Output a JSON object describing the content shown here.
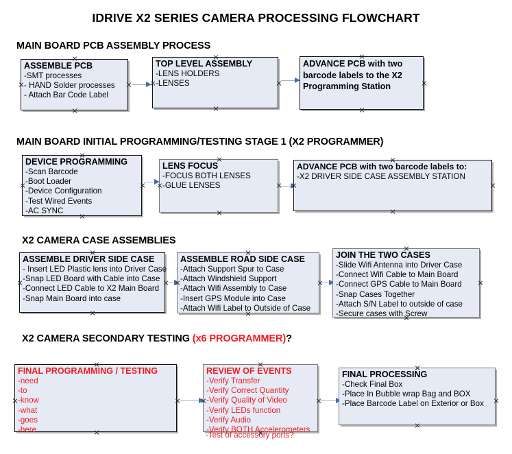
{
  "title": "IDRIVE X2  SERIES CAMERA PROCESSING FLOWCHART",
  "sections": [
    {
      "heading": "MAIN BOARD PCB ASSEMBLY PROCESS",
      "heading_red": "",
      "heading_tail": "",
      "boxes": [
        {
          "title": "ASSEMBLE PCB",
          "lines": [
            "-SMT processes",
            "- HAND Solder processes",
            "- Attach Bar Code Label"
          ]
        },
        {
          "title": "TOP LEVEL ASSEMBLY",
          "lines": [
            "-LENS HOLDERS",
            "-LENSES"
          ]
        },
        {
          "title": "ADVANCE PCB with two barcode labels to the  X2 Programming Station",
          "lines": []
        }
      ]
    },
    {
      "heading": "MAIN BOARD INITIAL PROGRAMMING/TESTING STAGE 1 (X2 PROGRAMMER)",
      "heading_red": "",
      "heading_tail": "",
      "boxes": [
        {
          "title": "DEVICE PROGRAMMING",
          "lines": [
            "-Scan Barcode",
            "-Boot Loader",
            "-Device Configuration",
            "-Test Wired Events",
            "-AC SYNC"
          ]
        },
        {
          "title": "LENS FOCUS",
          "lines": [
            "-FOCUS BOTH LENSES",
            "-GLUE LENSES"
          ]
        },
        {
          "title": "ADVANCE PCB with two barcode labels to:",
          "lines": [
            "-X2 DRIVER  SIDE  CASE  ASSEMBLY STATION"
          ]
        }
      ]
    },
    {
      "heading": "X2 CAMERA CASE ASSEMBLIES",
      "heading_red": "",
      "heading_tail": "",
      "boxes": [
        {
          "title": "ASSEMBLE DRIVER SIDE CASE",
          "lines": [
            "- Insert LED Plastic lens into Driver Case",
            "-Snap LED Board with Cable into Case",
            "-Connect LED Cable to X2 Main Board",
            "-Snap Main Board into case"
          ]
        },
        {
          "title": "ASSEMBLE ROAD SIDE CASE",
          "lines": [
            "-Attach Support Spur to Case",
            "-Attach Windshield Support",
            "-Attach Wifi Assembly to Case",
            "-Insert GPS Module into Case",
            "-Attach Wifi Label to Outside of Case"
          ]
        },
        {
          "title": "JOIN THE TWO CASES",
          "lines": [
            "-Slide Wifi Antenna into Driver Case",
            "-Connect Wifi Cable to Main Board",
            "-Connect GPS Cable to Main Board",
            "-Snap Cases Together",
            "-Attach S/N Label to outside of case",
            "-Secure cases with Screw"
          ]
        }
      ]
    },
    {
      "heading": "X2 CAMERA SECONDARY TESTING ",
      "heading_red": "(x6 PROGRAMMER)",
      "heading_tail": "?",
      "boxes": [
        {
          "title": "FINAL PROGRAMMING / TESTING",
          "lines": [
            "-need",
            "-to",
            "-know",
            "-what",
            "-goes",
            "-here"
          ]
        },
        {
          "title": "REVIEW OF EVENTS",
          "lines": [
            "-Verify Transfer",
            "-Verify Correct Quantity",
            "-Verify Quality of Video",
            "-Verify LEDs function",
            "-Verify Audio",
            "-Verify BOTH Accelerometers"
          ],
          "overflow_line": "-Test of accessory ports?"
        },
        {
          "title": "FINAL PROCESSING",
          "lines": [
            " -Check Final Box",
            "-Place In Bubble wrap Bag and BOX",
            "-Place Barcode Label on Exterior or Box"
          ]
        }
      ]
    }
  ],
  "colors": {
    "box_fill": "#e5eaf4",
    "box_border": "#121212",
    "red_text": "#ee1c24",
    "arrow_shaft": "#9fb4cc",
    "arrow_head": "#3f6fb5",
    "background": "#ffffff"
  }
}
